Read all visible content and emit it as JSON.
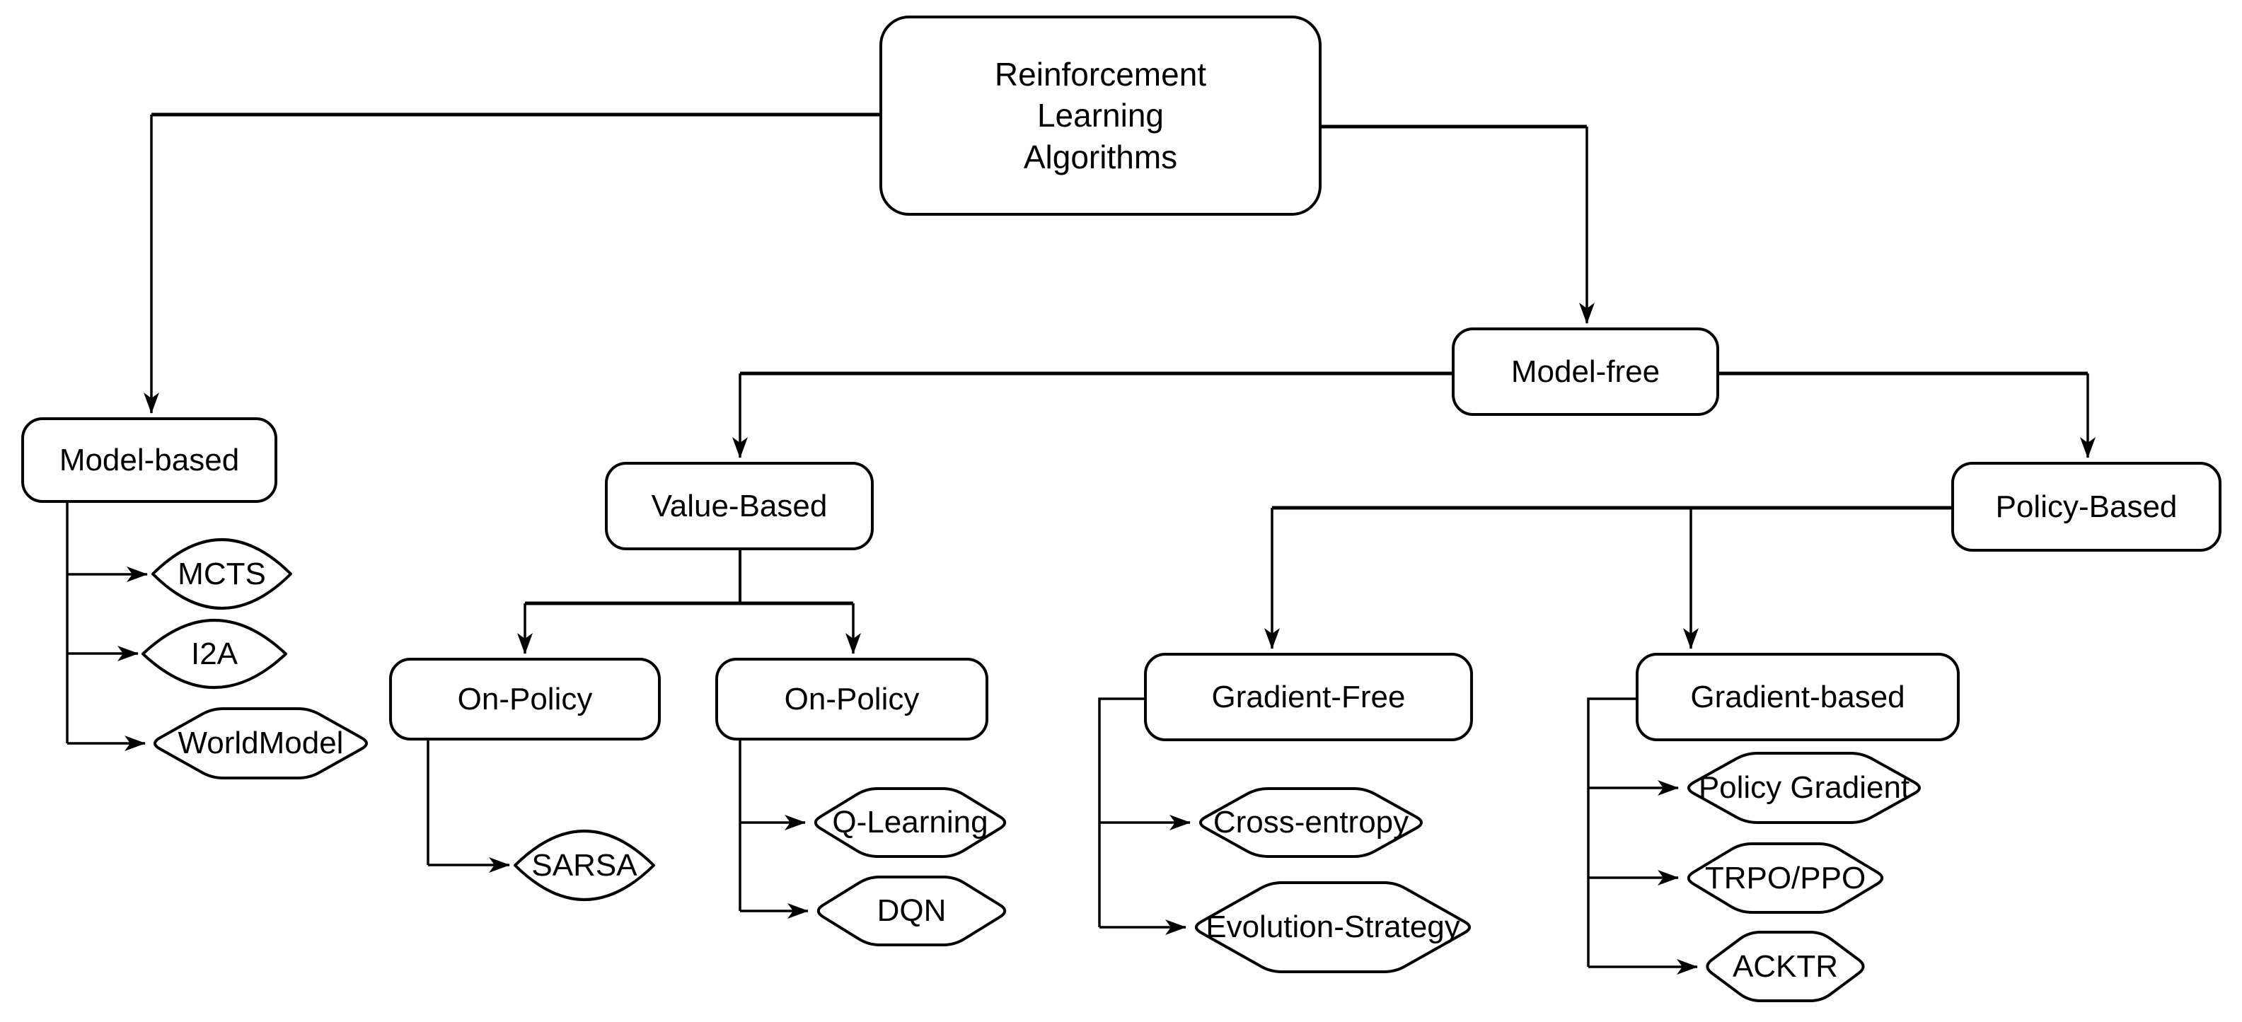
{
  "diagram": {
    "title": "Reinforcement Learning Algorithms taxonomy",
    "background_color": "#ffffff"
  },
  "colors": {
    "stroke": "#000000",
    "fill": "#ffffff",
    "text": "#000000"
  },
  "nodes": {
    "root": {
      "label": "Reinforcement\nLearning\nAlgorithms",
      "shape": "rounded-rect"
    },
    "model_based": {
      "label": "Model-based",
      "shape": "rounded-rect"
    },
    "mcts": {
      "label": "MCTS",
      "shape": "lens"
    },
    "i2a": {
      "label": "I2A",
      "shape": "lens"
    },
    "worldmodel": {
      "label": "WorldModel",
      "shape": "hexagon"
    },
    "model_free": {
      "label": "Model-free",
      "shape": "rounded-rect"
    },
    "value_based": {
      "label": "Value-Based",
      "shape": "rounded-rect"
    },
    "on_policy_left": {
      "label": "On-Policy",
      "shape": "rounded-rect"
    },
    "on_policy_right": {
      "label": "On-Policy",
      "shape": "rounded-rect"
    },
    "sarsa": {
      "label": "SARSA",
      "shape": "lens"
    },
    "q_learning": {
      "label": "Q-Learning",
      "shape": "hexagon"
    },
    "dqn": {
      "label": "DQN",
      "shape": "hexagon"
    },
    "policy_based": {
      "label": "Policy-Based",
      "shape": "rounded-rect"
    },
    "gradient_free": {
      "label": "Gradient-Free",
      "shape": "rounded-rect"
    },
    "cross_entropy": {
      "label": "Cross-entropy",
      "shape": "hexagon"
    },
    "evolution_strategy": {
      "label": "Evolution-Strategy",
      "shape": "hexagon"
    },
    "gradient_based": {
      "label": "Gradient-based",
      "shape": "rounded-rect"
    },
    "policy_gradient": {
      "label": "Policy Gradient",
      "shape": "hexagon"
    },
    "trpo_ppo": {
      "label": "TRPO/PPO",
      "shape": "hexagon"
    },
    "acktr": {
      "label": "ACKTR",
      "shape": "hexagon"
    }
  },
  "edges": [
    {
      "from": "root",
      "to": "model_based"
    },
    {
      "from": "root",
      "to": "model_free"
    },
    {
      "from": "model_based",
      "to": "mcts"
    },
    {
      "from": "model_based",
      "to": "i2a"
    },
    {
      "from": "model_based",
      "to": "worldmodel"
    },
    {
      "from": "model_free",
      "to": "value_based"
    },
    {
      "from": "model_free",
      "to": "policy_based"
    },
    {
      "from": "value_based",
      "to": "on_policy_left"
    },
    {
      "from": "value_based",
      "to": "on_policy_right"
    },
    {
      "from": "on_policy_left",
      "to": "sarsa"
    },
    {
      "from": "on_policy_right",
      "to": "q_learning"
    },
    {
      "from": "on_policy_right",
      "to": "dqn"
    },
    {
      "from": "policy_based",
      "to": "gradient_free"
    },
    {
      "from": "policy_based",
      "to": "gradient_based"
    },
    {
      "from": "gradient_free",
      "to": "cross_entropy"
    },
    {
      "from": "gradient_free",
      "to": "evolution_strategy"
    },
    {
      "from": "gradient_based",
      "to": "policy_gradient"
    },
    {
      "from": "gradient_based",
      "to": "trpo_ppo"
    },
    {
      "from": "gradient_based",
      "to": "acktr"
    }
  ]
}
